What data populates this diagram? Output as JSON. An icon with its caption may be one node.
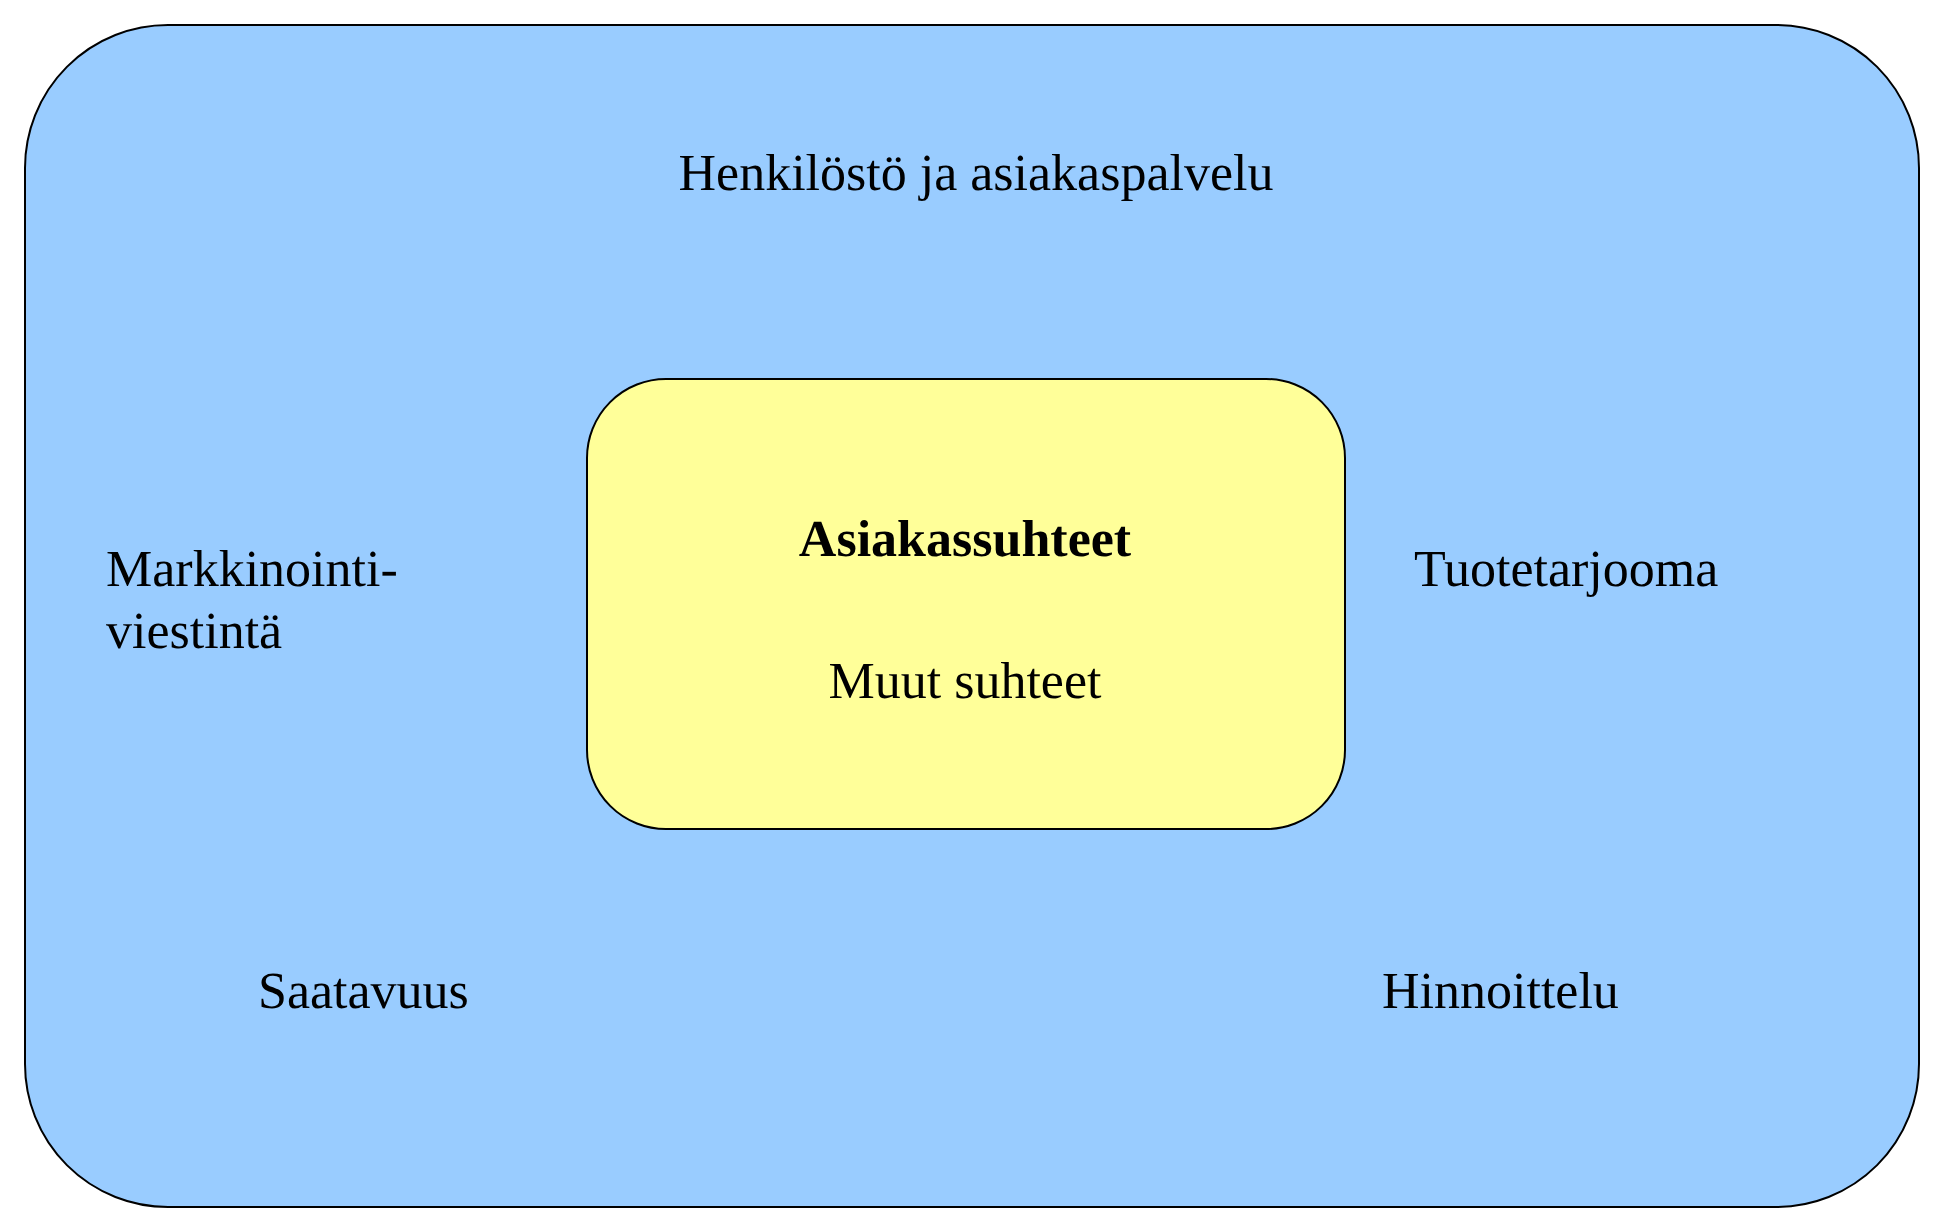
{
  "diagram": {
    "nodes": [
      {
        "text": [
          "Henkilöstö ja asiakaspalvelu",
          "Markkinointi-viestintä",
          "Tuotetarjooma",
          "Saatavuus",
          "Hinnoittelu"
        ]
      },
      {
        "text": [
          "Asiakassuhteet",
          "Muut suhteet"
        ],
        "in": 0
      }
    ]
  }
}
